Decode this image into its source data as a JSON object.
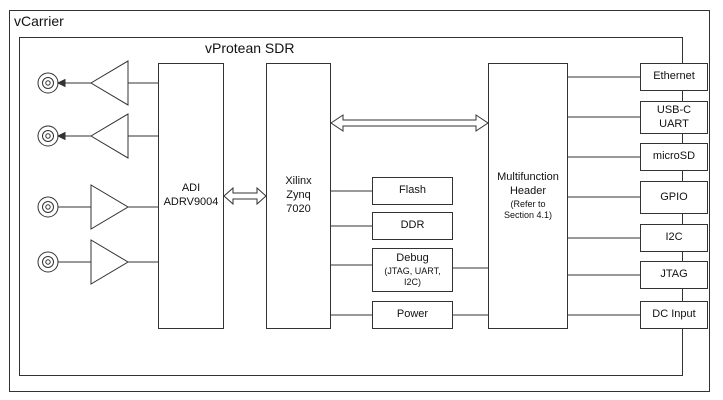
{
  "outer": {
    "title": "vCarrier"
  },
  "inner": {
    "title": "vProtean SDR"
  },
  "blocks": {
    "adi": {
      "line1": "ADI",
      "line2": "ADRV9004"
    },
    "zynq": {
      "line1": "Xilinx",
      "line2": "Zynq",
      "line3": "7020"
    },
    "multifunction": {
      "line1": "Multifunction",
      "line2": "Header",
      "line3": "(Refer to",
      "line4": "Section 4.1)"
    },
    "flash": "Flash",
    "ddr": "DDR",
    "debug": {
      "line1": "Debug",
      "line2": "(JTAG, UART,",
      "line3": "I2C)"
    },
    "power": "Power"
  },
  "connectors": {
    "ethernet": "Ethernet",
    "usbc": {
      "line1": "USB-C",
      "line2": "UART"
    },
    "microsd": "microSD",
    "gpio": "GPIO",
    "i2c": "I2C",
    "jtag": "JTAG",
    "dc_input": "DC Input"
  },
  "colors": {
    "line": "#333333",
    "background": "#ffffff"
  }
}
